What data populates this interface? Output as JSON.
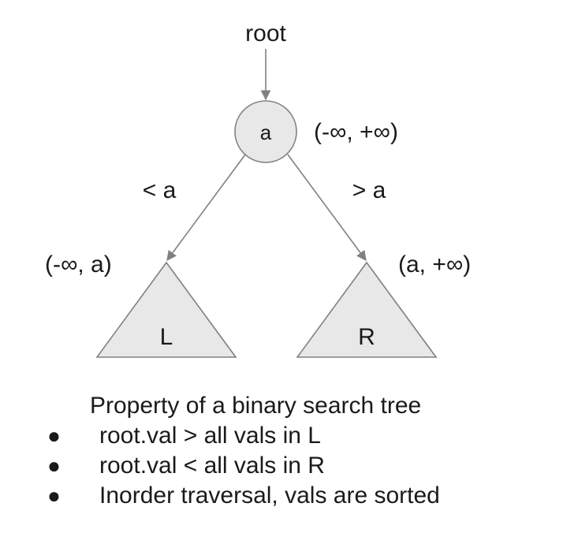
{
  "diagram": {
    "root_label": "root",
    "root_node": {
      "label": "a",
      "fill": "#e8e8e8",
      "stroke": "#808080"
    },
    "root_interval": "(-∞, +∞)",
    "left_edge_label": "< a",
    "right_edge_label": "> a",
    "left_interval": "(-∞, a)",
    "right_interval": "(a, +∞)",
    "left_subtree": {
      "label": "L",
      "fill": "#e8e8e8"
    },
    "right_subtree": {
      "label": "R",
      "fill": "#e8e8e8"
    }
  },
  "property": {
    "title": "Property of a binary search tree",
    "bullet_icon": "●",
    "items": [
      "root.val > all vals in L",
      "root.val < all vals in R",
      "Inorder traversal, vals are sorted"
    ]
  }
}
